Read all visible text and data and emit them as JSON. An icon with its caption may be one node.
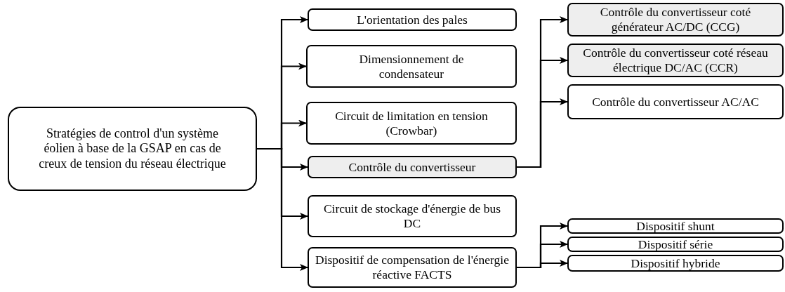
{
  "diagram": {
    "nodes": [
      {
        "text": [
          "Stratégies de control d'un  système éolien à base de la GSAP en cas de creux de tension du réseau électrique"
        ]
      },
      {
        "text": [
          "L'orientation des pales"
        ]
      },
      {
        "text": [
          "Dimensionnement de condensateur"
        ]
      },
      {
        "text": [
          "Circuit de limitation en tension (Crowbar)"
        ]
      },
      {
        "text": [
          "Contrôle du convertisseur"
        ]
      },
      {
        "text": [
          "Circuit de stockage d'énergie de bus DC"
        ]
      },
      {
        "text": [
          "Dispositif de compensation de l'énergie réactive FACTS"
        ]
      },
      {
        "text": [
          "Contrôle du convertisseur coté générateur AC/DC (CCG)"
        ]
      },
      {
        "text": [
          "Contrôle du convertisseur coté réseau électrique DC/AC (CCR)"
        ]
      },
      {
        "text": [
          "Contrôle du convertisseur AC/AC"
        ]
      },
      {
        "text": [
          "Dispositif shunt"
        ]
      },
      {
        "text": [
          "Dispositif série"
        ]
      },
      {
        "text": [
          "Dispositif hybride"
        ]
      }
    ],
    "edges": [
      {
        "from": 0,
        "to": 1,
        "arrow": "to"
      },
      {
        "from": 0,
        "to": 2,
        "arrow": "to"
      },
      {
        "from": 0,
        "to": 3,
        "arrow": "to"
      },
      {
        "from": 0,
        "to": 4,
        "arrow": "to"
      },
      {
        "from": 0,
        "to": 5,
        "arrow": "to"
      },
      {
        "from": 0,
        "to": 6,
        "arrow": "to"
      },
      {
        "from": 4,
        "to": 7,
        "arrow": "to"
      },
      {
        "from": 4,
        "to": 8,
        "arrow": "to"
      },
      {
        "from": 4,
        "to": 9,
        "arrow": "to"
      },
      {
        "from": 6,
        "to": 10,
        "arrow": "to"
      },
      {
        "from": 6,
        "to": 11,
        "arrow": "to"
      },
      {
        "from": 6,
        "to": 12,
        "arrow": "to"
      }
    ]
  }
}
